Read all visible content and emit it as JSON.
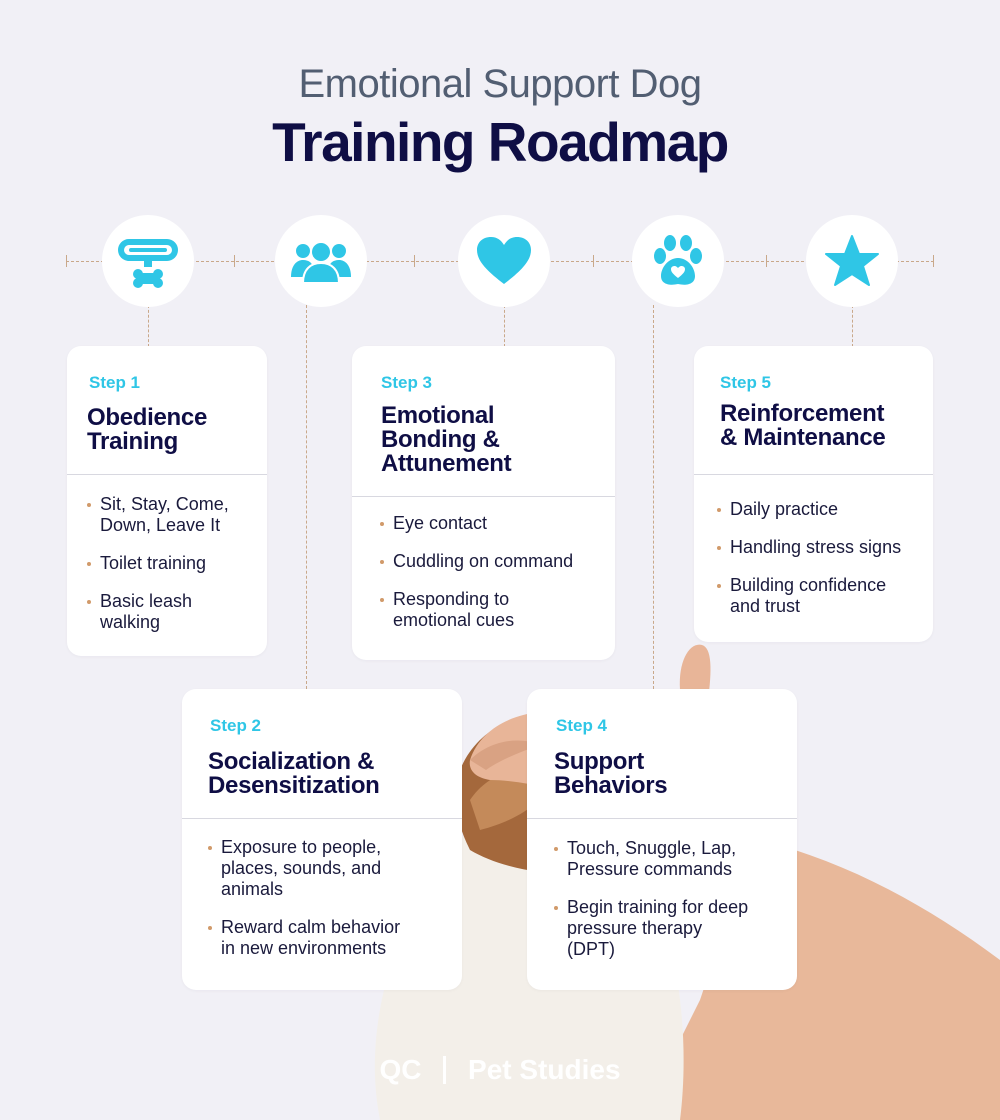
{
  "header": {
    "subtitle": "Emotional Support Dog",
    "title": "Training Roadmap"
  },
  "colors": {
    "background": "#f1f0f6",
    "accent_cyan": "#2fc6e6",
    "navy": "#0f0e45",
    "timeline": "#c9a88a"
  },
  "timeline_icons": [
    "collar-icon",
    "people-icon",
    "heart-icon",
    "paw-icon",
    "star-icon"
  ],
  "steps": [
    {
      "label": "Step 1",
      "title_lines": [
        "Obedience",
        "Training"
      ],
      "items": [
        [
          "Sit, Stay, Come,",
          "Down, Leave It"
        ],
        [
          "Toilet training"
        ],
        [
          "Basic leash",
          "walking"
        ]
      ]
    },
    {
      "label": "Step 2",
      "title_lines": [
        "Socialization &",
        "Desensitization"
      ],
      "items": [
        [
          "Exposure to people,",
          "places, sounds, and",
          "animals"
        ],
        [
          "Reward calm behavior",
          "in new environments"
        ]
      ]
    },
    {
      "label": "Step 3",
      "title_lines": [
        "Emotional",
        "Bonding &",
        "Attunement"
      ],
      "items": [
        [
          "Eye contact"
        ],
        [
          "Cuddling on command"
        ],
        [
          "Responding to",
          "emotional cues"
        ]
      ]
    },
    {
      "label": "Step 4",
      "title_lines": [
        "Support",
        "Behaviors"
      ],
      "items": [
        [
          "Touch, Snuggle, Lap,",
          "Pressure commands"
        ],
        [
          "Begin training for deep",
          "pressure therapy",
          "(DPT)"
        ]
      ]
    },
    {
      "label": "Step 5",
      "title_lines": [
        "Reinforcement",
        "& Maintenance"
      ],
      "items": [
        [
          "Daily practice"
        ],
        [
          "Handling stress signs"
        ],
        [
          "Building confidence",
          "and trust"
        ]
      ]
    }
  ],
  "footer": {
    "logo_mark": "QC",
    "brand_name": "Pet Studies"
  }
}
